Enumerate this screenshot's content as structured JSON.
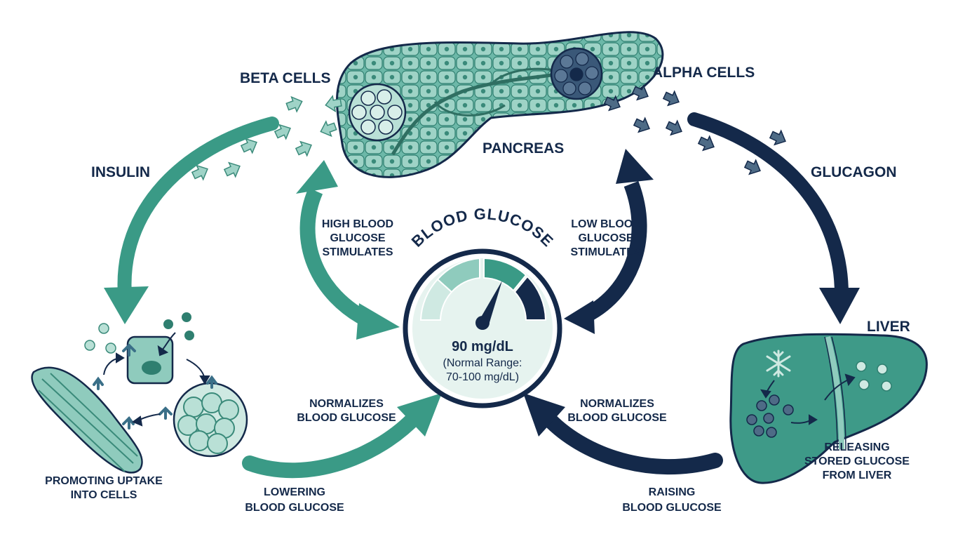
{
  "labels": {
    "beta_cells": "BETA CELLS",
    "alpha_cells": "ALPHA CELLS",
    "pancreas": "PANCREAS",
    "insulin": "INSULIN",
    "glucagon": "GLUCAGON",
    "liver": "LIVER",
    "high_stim": [
      "HIGH BLOOD",
      "GLUCOSE",
      "STIMULATES"
    ],
    "low_stim": [
      "LOW BLOOD",
      "GLUCOSE",
      "STIMULATES"
    ],
    "normalizes_left": [
      "NORMALIZES",
      "BLOOD GLUCOSE"
    ],
    "normalizes_right": [
      "NORMALIZES",
      "BLOOD GLUCOSE"
    ],
    "promoting_uptake": [
      "PROMOTING UPTAKE",
      "INTO CELLS"
    ],
    "lowering": [
      "LOWERING",
      "BLOOD GLUCOSE"
    ],
    "raising": [
      "RAISING",
      "BLOOD GLUCOSE"
    ],
    "releasing": [
      "RELEASING",
      "STORED GLUCOSE",
      "FROM LIVER"
    ]
  },
  "gauge": {
    "title": "BLOOD GLUCOSE",
    "value": "90 mg/dL",
    "range_line1": "(Normal Range:",
    "range_line2": "70-100 mg/dL)"
  },
  "colors": {
    "teal": "#3a9a86",
    "teal_light": "#8fcbbd",
    "teal_pale": "#cfe9e2",
    "navy": "#14294a",
    "slate": "#4e6b86",
    "organ_fill": "#5fb0a0",
    "liver_fill": "#3e9a88"
  }
}
